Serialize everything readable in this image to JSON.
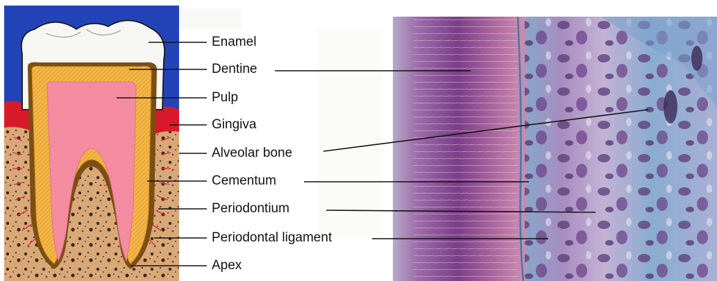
{
  "labels": {
    "enamel": "Enamel",
    "dentine": "Dentine",
    "pulp": "Pulp",
    "gingiva": "Gingiva",
    "alveolar_bone": "Alveolar bone",
    "cementum": "Cementum",
    "periodontium": "Periodontium",
    "periodontal_ligament": "Periodontal ligament",
    "apex": "Apex"
  },
  "colors": {
    "background_blue": "#2244b8",
    "enamel": "#f6f6f2",
    "dentine": "#f0b445",
    "pulp": "#f48ca0",
    "gingiva": "#d81a2a",
    "bone": "#d9a875",
    "cementum": "#7a4f14",
    "histology_purple": "#8a5a9e",
    "histology_pink": "#c87aa8",
    "histology_blue": "#7a9cc4"
  }
}
